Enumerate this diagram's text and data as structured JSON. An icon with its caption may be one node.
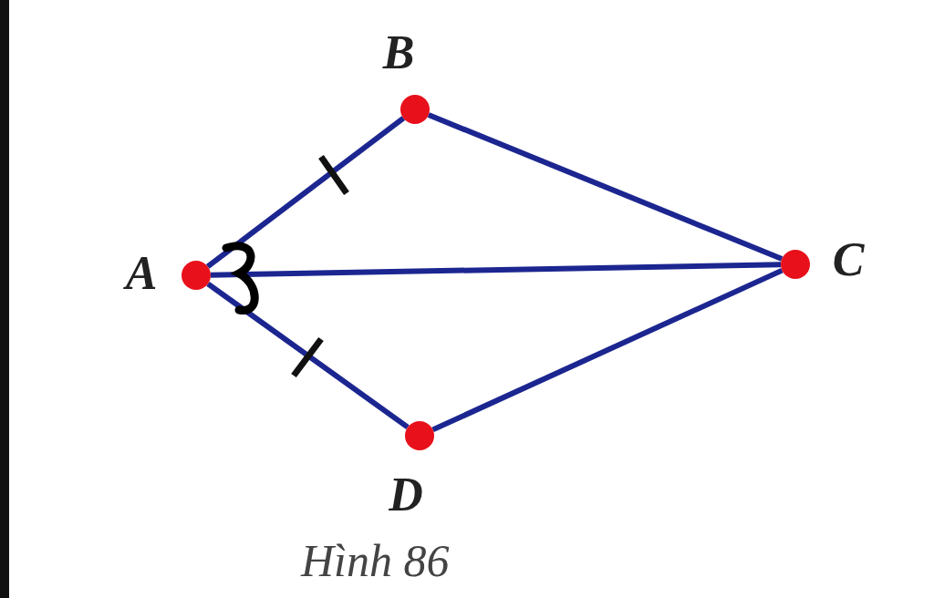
{
  "diagram": {
    "caption": "Hình 86",
    "nodes": [
      {
        "text": [
          "B"
        ]
      },
      {
        "text": [
          "A"
        ]
      },
      {
        "text": [
          "C"
        ]
      },
      {
        "text": [
          "D"
        ]
      }
    ],
    "edges": [
      {
        "from": 1,
        "to": 0,
        "arrow": "none"
      },
      {
        "from": 0,
        "to": 2,
        "arrow": "none"
      },
      {
        "from": 1,
        "to": 2,
        "arrow": "none"
      },
      {
        "from": 1,
        "to": 3,
        "arrow": "none"
      },
      {
        "from": 3,
        "to": 2,
        "arrow": "none"
      }
    ]
  }
}
